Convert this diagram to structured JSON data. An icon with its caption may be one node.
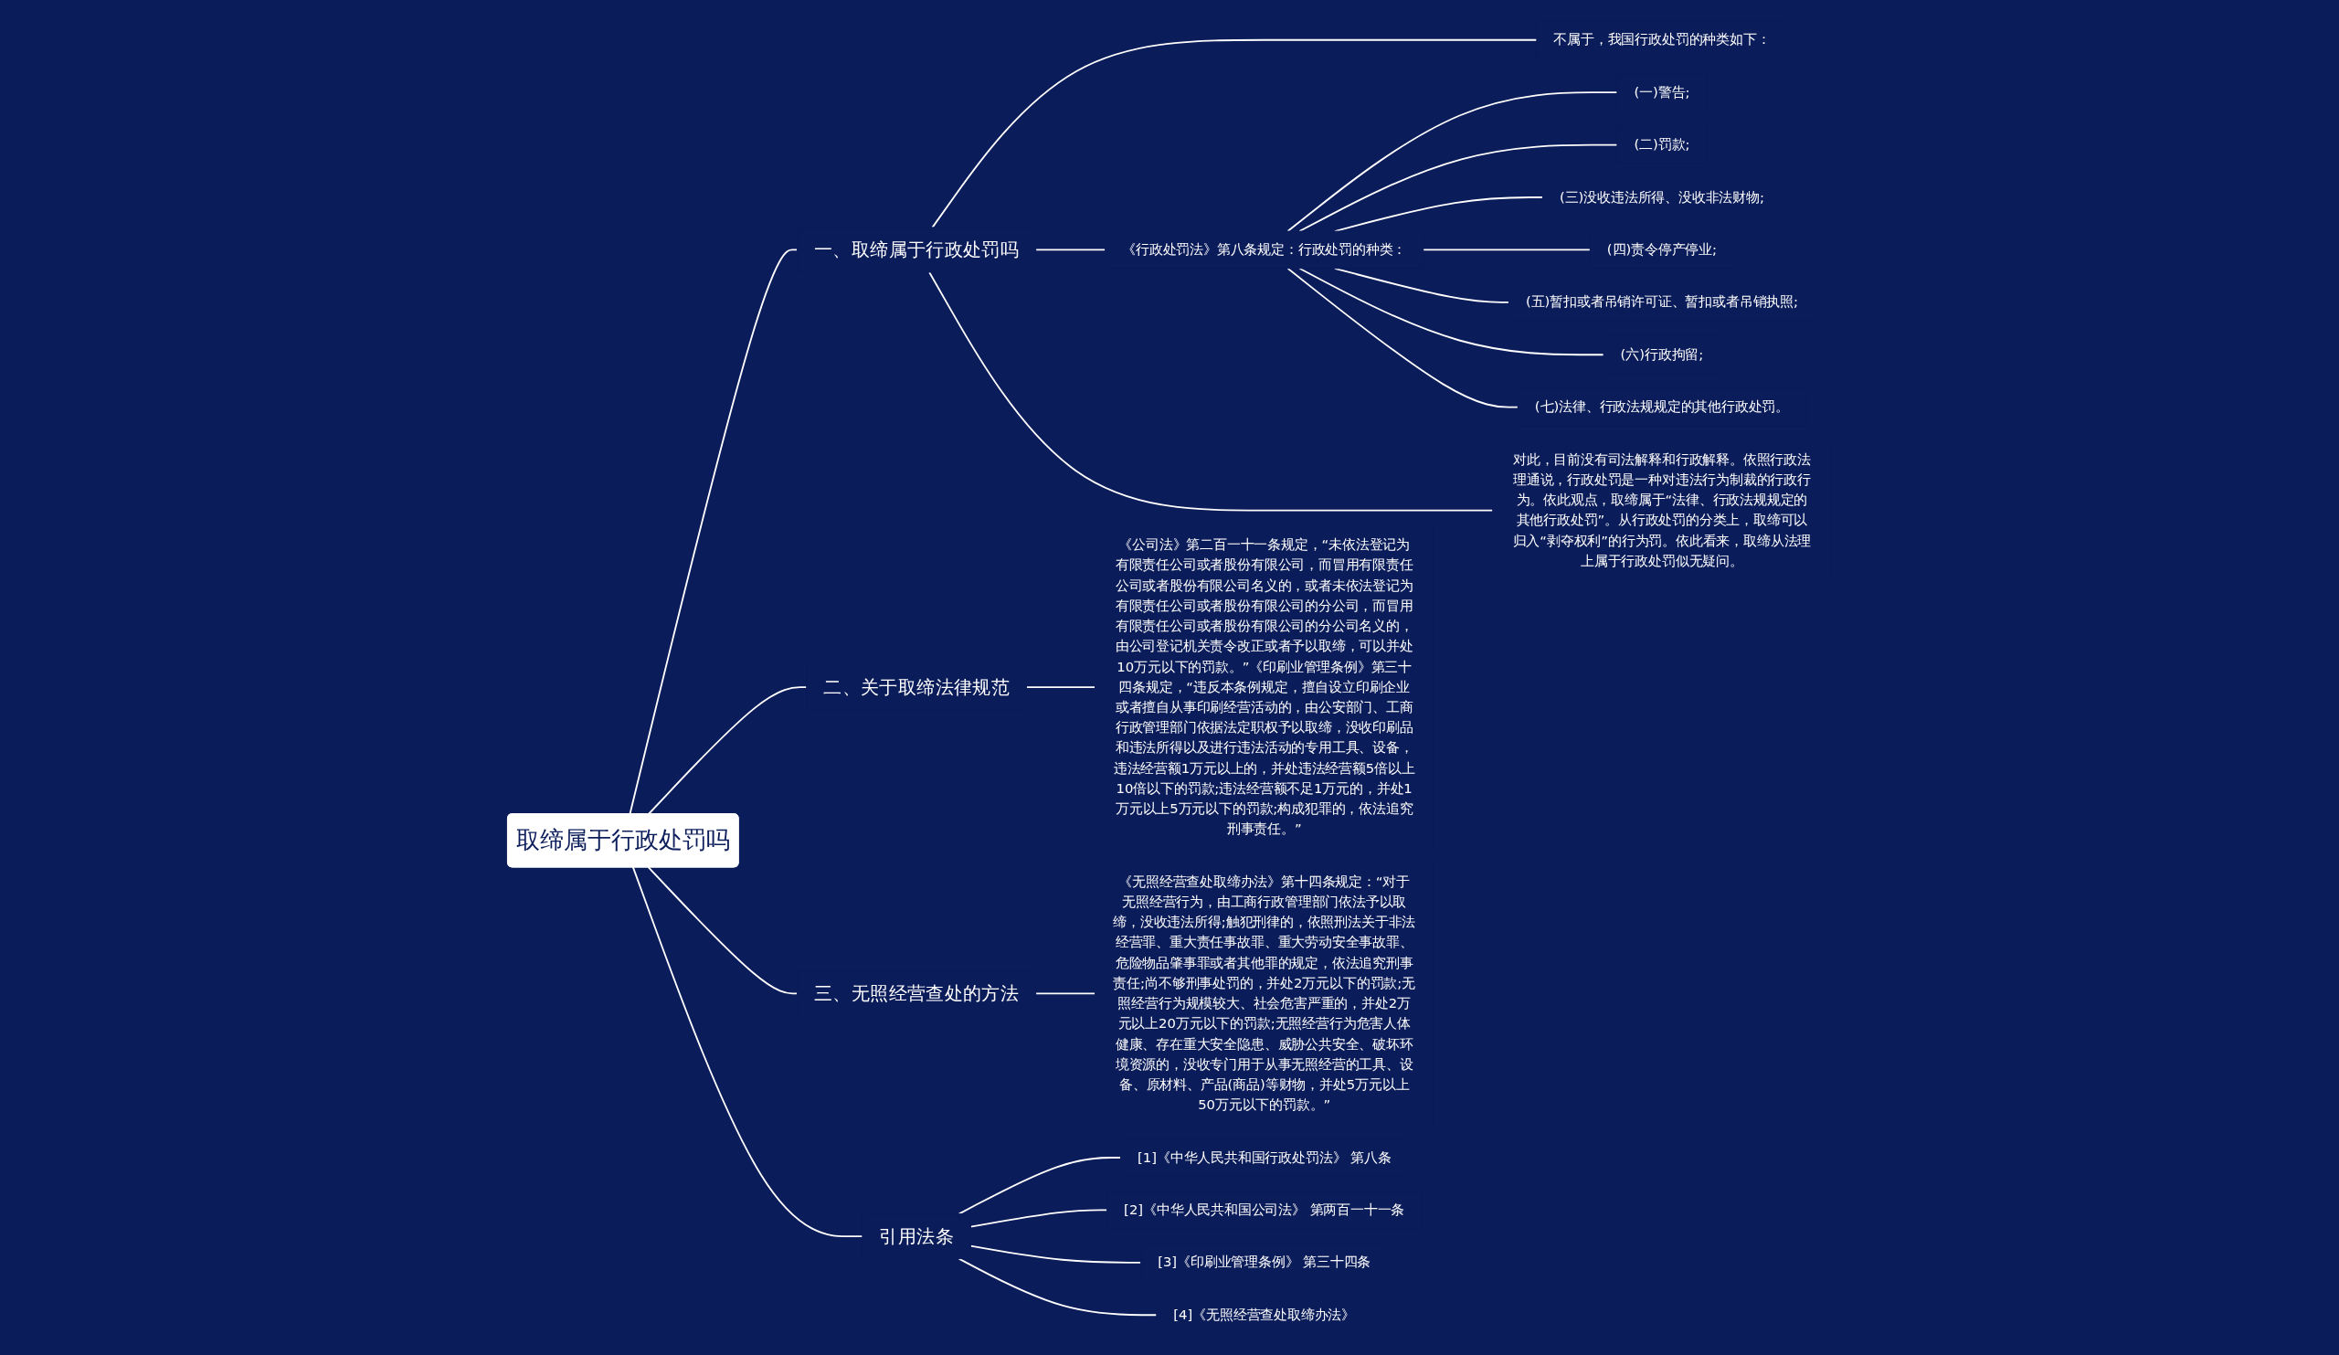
{
  "diagram": {
    "nodes": [
      {
        "text": [
          "取缔属于行政处罚吗"
        ]
      },
      {
        "text": [
          "一、取缔属于行政处罚吗"
        ]
      },
      {
        "text": [
          "不属于，我国行政处罚的种类如下："
        ]
      },
      {
        "text": [
          "《行政处罚法》第八条规定：行政处罚的种类："
        ]
      },
      {
        "text": [
          "(一)警告;"
        ]
      },
      {
        "text": [
          "(二)罚款;"
        ]
      },
      {
        "text": [
          "(三)没收违法所得、没收非法财物;"
        ]
      },
      {
        "text": [
          "(四)责令停产停业;"
        ]
      },
      {
        "text": [
          "(五)暂扣或者吊销许可证、暂扣或者吊销执照;"
        ]
      },
      {
        "text": [
          "(六)行政拘留;"
        ]
      },
      {
        "text": [
          "(七)法律、行政法规规定的其他行政处罚。"
        ]
      },
      {
        "text": [
          "对此，目前没有司法解释和行政解释。依照行政法理通说，行政处罚是一种对违法行为制裁的行政行为。依此观点，取缔属于“法律、行政法规规定的其他行政处罚”。从行政处罚的分类上，取缔可以归入“剥夺权利”的行为罚。依此看来，取缔从法理上属于行政处罚似无疑问。"
        ]
      },
      {
        "text": [
          "二、关于取缔法律规范"
        ]
      },
      {
        "text": [
          "《公司法》第二百一十一条规定，“未依法登记为有限责任公司或者股份有限公司，而冒用有限责任公司或者股份有限公司名义的，或者未依法登记为有限责任公司或者股份有限公司的分公司，而冒用有限责任公司或者股份有限公司的分公司名义的，由公司登记机关责令改正或者予以取缔，可以并处10万元以下的罚款。”《印刷业管理条例》第三十四条规定，“违反本条例规定，擅自设立印刷企业或者擅自从事印刷经营活动的，由公安部门、工商行政管理部门依据法定职权予以取缔，没收印刷品和违法所得以及进行违法活动的专用工具、设备，违法经营额1万元以上的，并处违法经营额5倍以上10倍以下的罚款;违法经营额不足1万元的，并处1万元以上5万元以下的罚款;构成犯罪的，依法追究刑事责任。”"
        ]
      },
      {
        "text": [
          "三、无照经营查处的方法"
        ]
      },
      {
        "text": [
          "《无照经营查处取缔办法》第十四条规定：“对于无照经营行为，由工商行政管理部门依法予以取缔，没收违法所得;触犯刑律的，依照刑法关于非法经营罪、重大责任事故罪、重大劳动安全事故罪、危险物品肇事罪或者其他罪的规定，依法追究刑事责任;尚不够刑事处罚的，并处2万元以下的罚款;无照经营行为规模较大、社会危害严重的，并处2万元以上20万元以下的罚款;无照经营行为危害人体健康、存在重大安全隐患、威胁公共安全、破坏环境资源的，没收专门用于从事无照经营的工具、设备、原材料、产品(商品)等财物，并处5万元以上50万元以下的罚款。”"
        ]
      },
      {
        "text": [
          "引用法条"
        ]
      },
      {
        "text": [
          "[1]《中华人民共和国行政处罚法》 第八条"
        ]
      },
      {
        "text": [
          "[2]《中华人民共和国公司法》 第两百一十一条"
        ]
      },
      {
        "text": [
          "[3]《印刷业管理条例》 第三十四条"
        ]
      },
      {
        "text": [
          "[4]《无照经营查处取缔办法》"
        ]
      }
    ],
    "edges": [
      {
        "from": 0,
        "to": 1,
        "arrow": "none"
      },
      {
        "from": 1,
        "to": 2,
        "arrow": "none"
      },
      {
        "from": 1,
        "to": 3,
        "arrow": "none"
      },
      {
        "from": 3,
        "to": 4,
        "arrow": "none"
      },
      {
        "from": 3,
        "to": 5,
        "arrow": "none"
      },
      {
        "from": 3,
        "to": 6,
        "arrow": "none"
      },
      {
        "from": 3,
        "to": 7,
        "arrow": "none"
      },
      {
        "from": 3,
        "to": 8,
        "arrow": "none"
      },
      {
        "from": 3,
        "to": 9,
        "arrow": "none"
      },
      {
        "from": 3,
        "to": 10,
        "arrow": "none"
      },
      {
        "from": 1,
        "to": 11,
        "arrow": "none"
      },
      {
        "from": 0,
        "to": 12,
        "arrow": "none"
      },
      {
        "from": 12,
        "to": 13,
        "arrow": "none"
      },
      {
        "from": 0,
        "to": 14,
        "arrow": "none"
      },
      {
        "from": 14,
        "to": 15,
        "arrow": "none"
      },
      {
        "from": 0,
        "to": 16,
        "arrow": "none"
      },
      {
        "from": 16,
        "to": 17,
        "arrow": "none"
      },
      {
        "from": 16,
        "to": 18,
        "arrow": "none"
      },
      {
        "from": 16,
        "to": 19,
        "arrow": "none"
      },
      {
        "from": 16,
        "to": 20,
        "arrow": "none"
      }
    ]
  }
}
